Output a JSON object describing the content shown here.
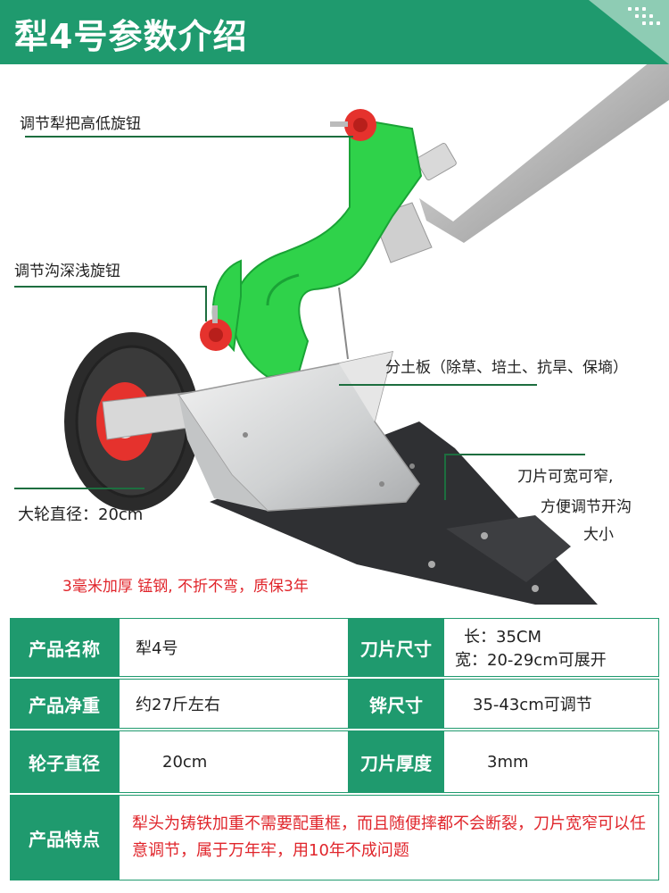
{
  "header": {
    "title": "犁4号参数介绍"
  },
  "labels": {
    "handle_knob": "调节犁把高低旋钮",
    "depth_knob": "调节沟深浅旋钮",
    "soil_board": "分土板（除草、培土、抗旱、保墒）",
    "blade_line1": "刀片可宽可窄,",
    "blade_line2": "方便调节开沟",
    "blade_line3": "大小",
    "wheel": "大轮直径：20cm",
    "guarantee": "3毫米加厚 锰钢,      不折不弯，质保3年"
  },
  "table": {
    "name_label": "产品名称",
    "name_value": "犁4号",
    "blade_size_label": "刀片尺寸",
    "blade_size_value1": "长：35CM",
    "blade_size_value2": "宽：20-29cm可展开",
    "weight_label": "产品净重",
    "weight_value": "约27斤左右",
    "plough_size_label": "铧尺寸",
    "plough_size_value": "35-43cm可调节",
    "wheel_label": "轮子直径",
    "wheel_value": "20cm",
    "thickness_label": "刀片厚度",
    "thickness_value": "3mm",
    "feature_label": "产品特点",
    "feature_value": "犁头为铸铁加重不需要配重框，而且随便摔都不会断裂，刀片宽窄可以任意调节，属于万年牢，用10年不成问题"
  },
  "colors": {
    "brand_green": "#1f9a6e",
    "frame_green": "#2fd24a",
    "accent_red": "#e0252b"
  }
}
